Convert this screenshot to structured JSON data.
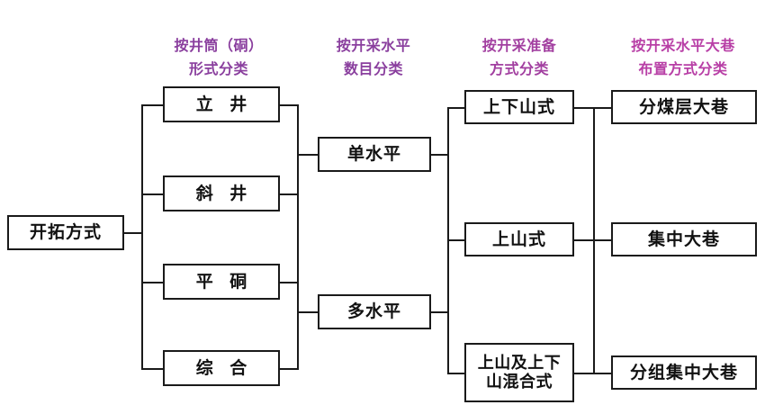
{
  "diagram": {
    "title_root": "开拓方式",
    "headers": [
      {
        "id": "h1",
        "text": "按井筒（硐）\n形式分类",
        "color": "#8a3f9e"
      },
      {
        "id": "h2",
        "text": "按开采水平\n数目分类",
        "color": "#8a3f9e"
      },
      {
        "id": "h3",
        "text": "按开采准备\n方式分类",
        "color": "#a23fa0"
      },
      {
        "id": "h4",
        "text": "按开采水平大巷\n布置方式分类",
        "color": "#b83fa6"
      }
    ],
    "level1": [
      {
        "id": "n-lijing",
        "text": "立 井"
      },
      {
        "id": "n-xiejing",
        "text": "斜 井"
      },
      {
        "id": "n-pingdong",
        "text": "平 硐"
      },
      {
        "id": "n-zonghe",
        "text": "综 合"
      }
    ],
    "level2": [
      {
        "id": "n-danshuiping",
        "text": "单水平"
      },
      {
        "id": "n-duoshuiping",
        "text": "多水平"
      }
    ],
    "level3": [
      {
        "id": "n-shangxiashanshi",
        "text": "上下山式"
      },
      {
        "id": "n-shangshanshi",
        "text": "上山式"
      },
      {
        "id": "n-hunheshi",
        "text": "上山及上下\n山混合式"
      }
    ],
    "level4": [
      {
        "id": "n-fenmeiceng",
        "text": "分煤层大巷"
      },
      {
        "id": "n-jizhong",
        "text": "集中大巷"
      },
      {
        "id": "n-fenzujizhong",
        "text": "分组集中大巷"
      }
    ],
    "colors": {
      "line": "#1a1a1a",
      "box_border": "#1a1a1a",
      "box_fill": "#ffffff",
      "text": "#111111",
      "background": "#ffffff"
    }
  }
}
